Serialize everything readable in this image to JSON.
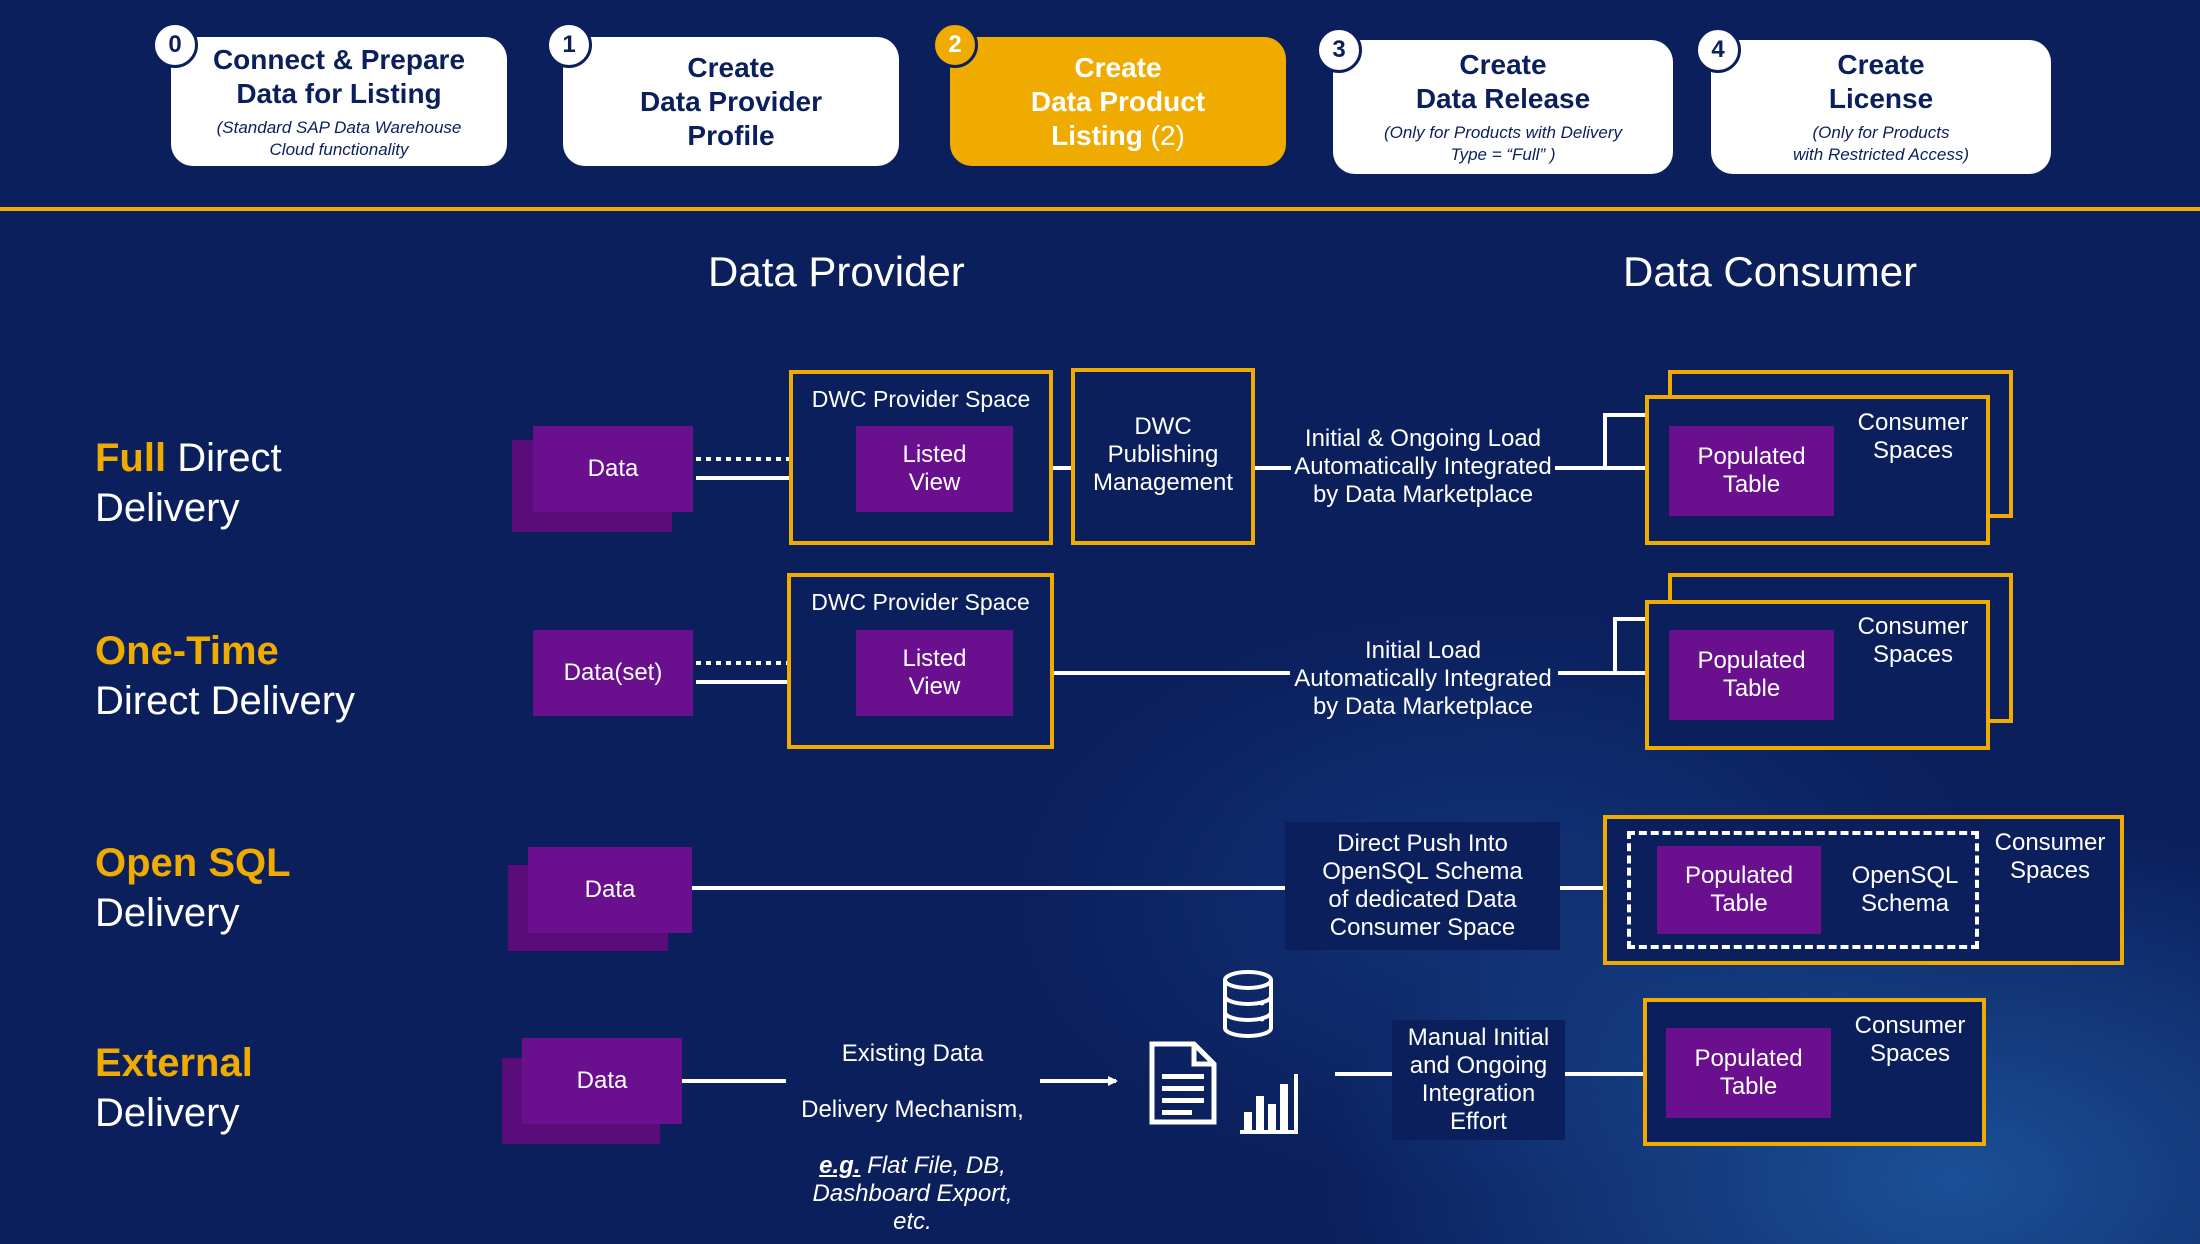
{
  "steps": [
    {
      "num": "0",
      "title": "Connect & Prepare\nData for Listing",
      "note": "(Standard SAP Data Warehouse\nCloud functionality",
      "active": false
    },
    {
      "num": "1",
      "title": "Create\nData Provider\nProfile",
      "note": "",
      "active": false
    },
    {
      "num": "2",
      "title_main": "Create\nData Product\nListing",
      "title_suffix": " (2)",
      "note": "",
      "active": true
    },
    {
      "num": "3",
      "title": "Create\nData Release",
      "note": "(Only for Products with Delivery\nType = “Full” )",
      "active": false
    },
    {
      "num": "4",
      "title": "Create\nLicense",
      "note": "(Only for Products\nwith Restricted Access)",
      "active": false
    }
  ],
  "headers": {
    "provider": "Data Provider",
    "consumer": "Data Consumer"
  },
  "rows": {
    "full": {
      "label_hl": "Full",
      "label_rest": " Direct",
      "label_line2": "Delivery",
      "data": "Data",
      "space_title": "DWC Provider Space",
      "listed": "Listed\nView",
      "publishing": "DWC\nPublishing\nManagement",
      "load": "Initial & Ongoing Load\nAutomatically Integrated\nby Data Marketplace",
      "consumer": "Consumer\nSpaces",
      "table": "Populated\nTable"
    },
    "onetime": {
      "label_hl": "One-Time",
      "label_line2": "Direct Delivery",
      "data": "Data(set)",
      "space_title": "DWC Provider Space",
      "listed": "Listed\nView",
      "load": "Initial Load\nAutomatically Integrated\nby Data Marketplace",
      "consumer": "Consumer\nSpaces",
      "table": "Populated\nTable"
    },
    "opensql": {
      "label_hl": "Open SQL",
      "label_line2": "Delivery",
      "data": "Data",
      "push": "Direct Push Into\nOpenSQL Schema\nof dedicated Data\nConsumer Space",
      "table": "Populated\nTable",
      "schema": "OpenSQL\nSchema",
      "consumer": "Consumer\nSpaces"
    },
    "external": {
      "label_hl": "External",
      "label_line2": "Delivery",
      "data": "Data",
      "mechanism_line1": "Existing Data",
      "mechanism_line2": "Delivery Mechanism,",
      "mechanism_eg": "e.g.",
      "mechanism_rest": " Flat File, DB,\nDashboard Export,\netc.",
      "manual": "Manual Initial\nand Ongoing\nIntegration\nEffort",
      "consumer": "Consumer\nSpaces",
      "table": "Populated\nTable",
      "icons": [
        "database-icon",
        "document-icon",
        "bar-chart-icon"
      ]
    }
  },
  "colors": {
    "background": "#0b1f5c",
    "accent": "#f0ab00",
    "purple": "#6a0f8e"
  }
}
